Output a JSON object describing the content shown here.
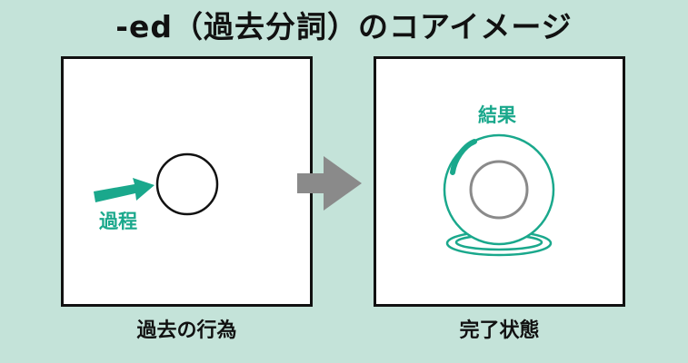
{
  "title": "-ed（過去分詞）のコアイメージ",
  "left_panel": {
    "arrow_label": "過程",
    "caption": "過去の行為"
  },
  "right_panel": {
    "result_label": "結果",
    "caption": "完了状態"
  },
  "colors": {
    "background": "#c4e3d9",
    "accent": "#1aa88c",
    "inner_circle": "#8a8a8a",
    "transition_arrow": "#8a8a8a"
  }
}
